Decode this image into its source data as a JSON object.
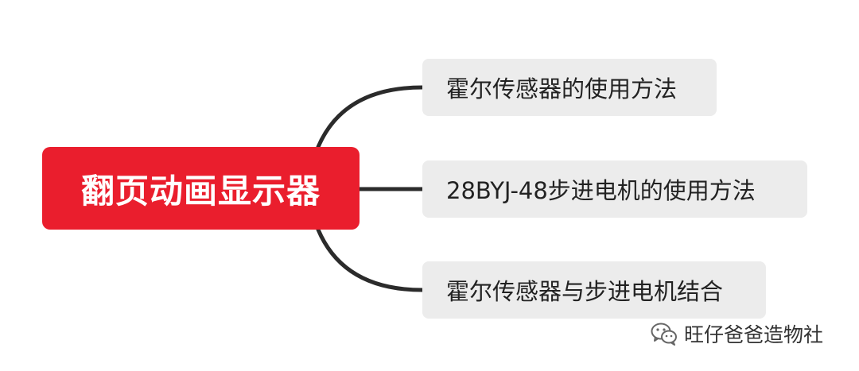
{
  "mindmap": {
    "root": {
      "label": "翻页动画显示器"
    },
    "children": [
      {
        "label": "霍尔传感器的使用方法"
      },
      {
        "label": "28BYJ-48步进电机的使用方法"
      },
      {
        "label": "霍尔传感器与步进电机结合"
      }
    ]
  },
  "watermark": {
    "icon": "wechat-icon",
    "label": "旺仔爸爸造物社"
  },
  "colors": {
    "root_fill": "#ea1e2d",
    "child_fill": "#ececec",
    "connector": "#2b2b2b",
    "child_text": "#222222",
    "root_text": "#ffffff"
  }
}
